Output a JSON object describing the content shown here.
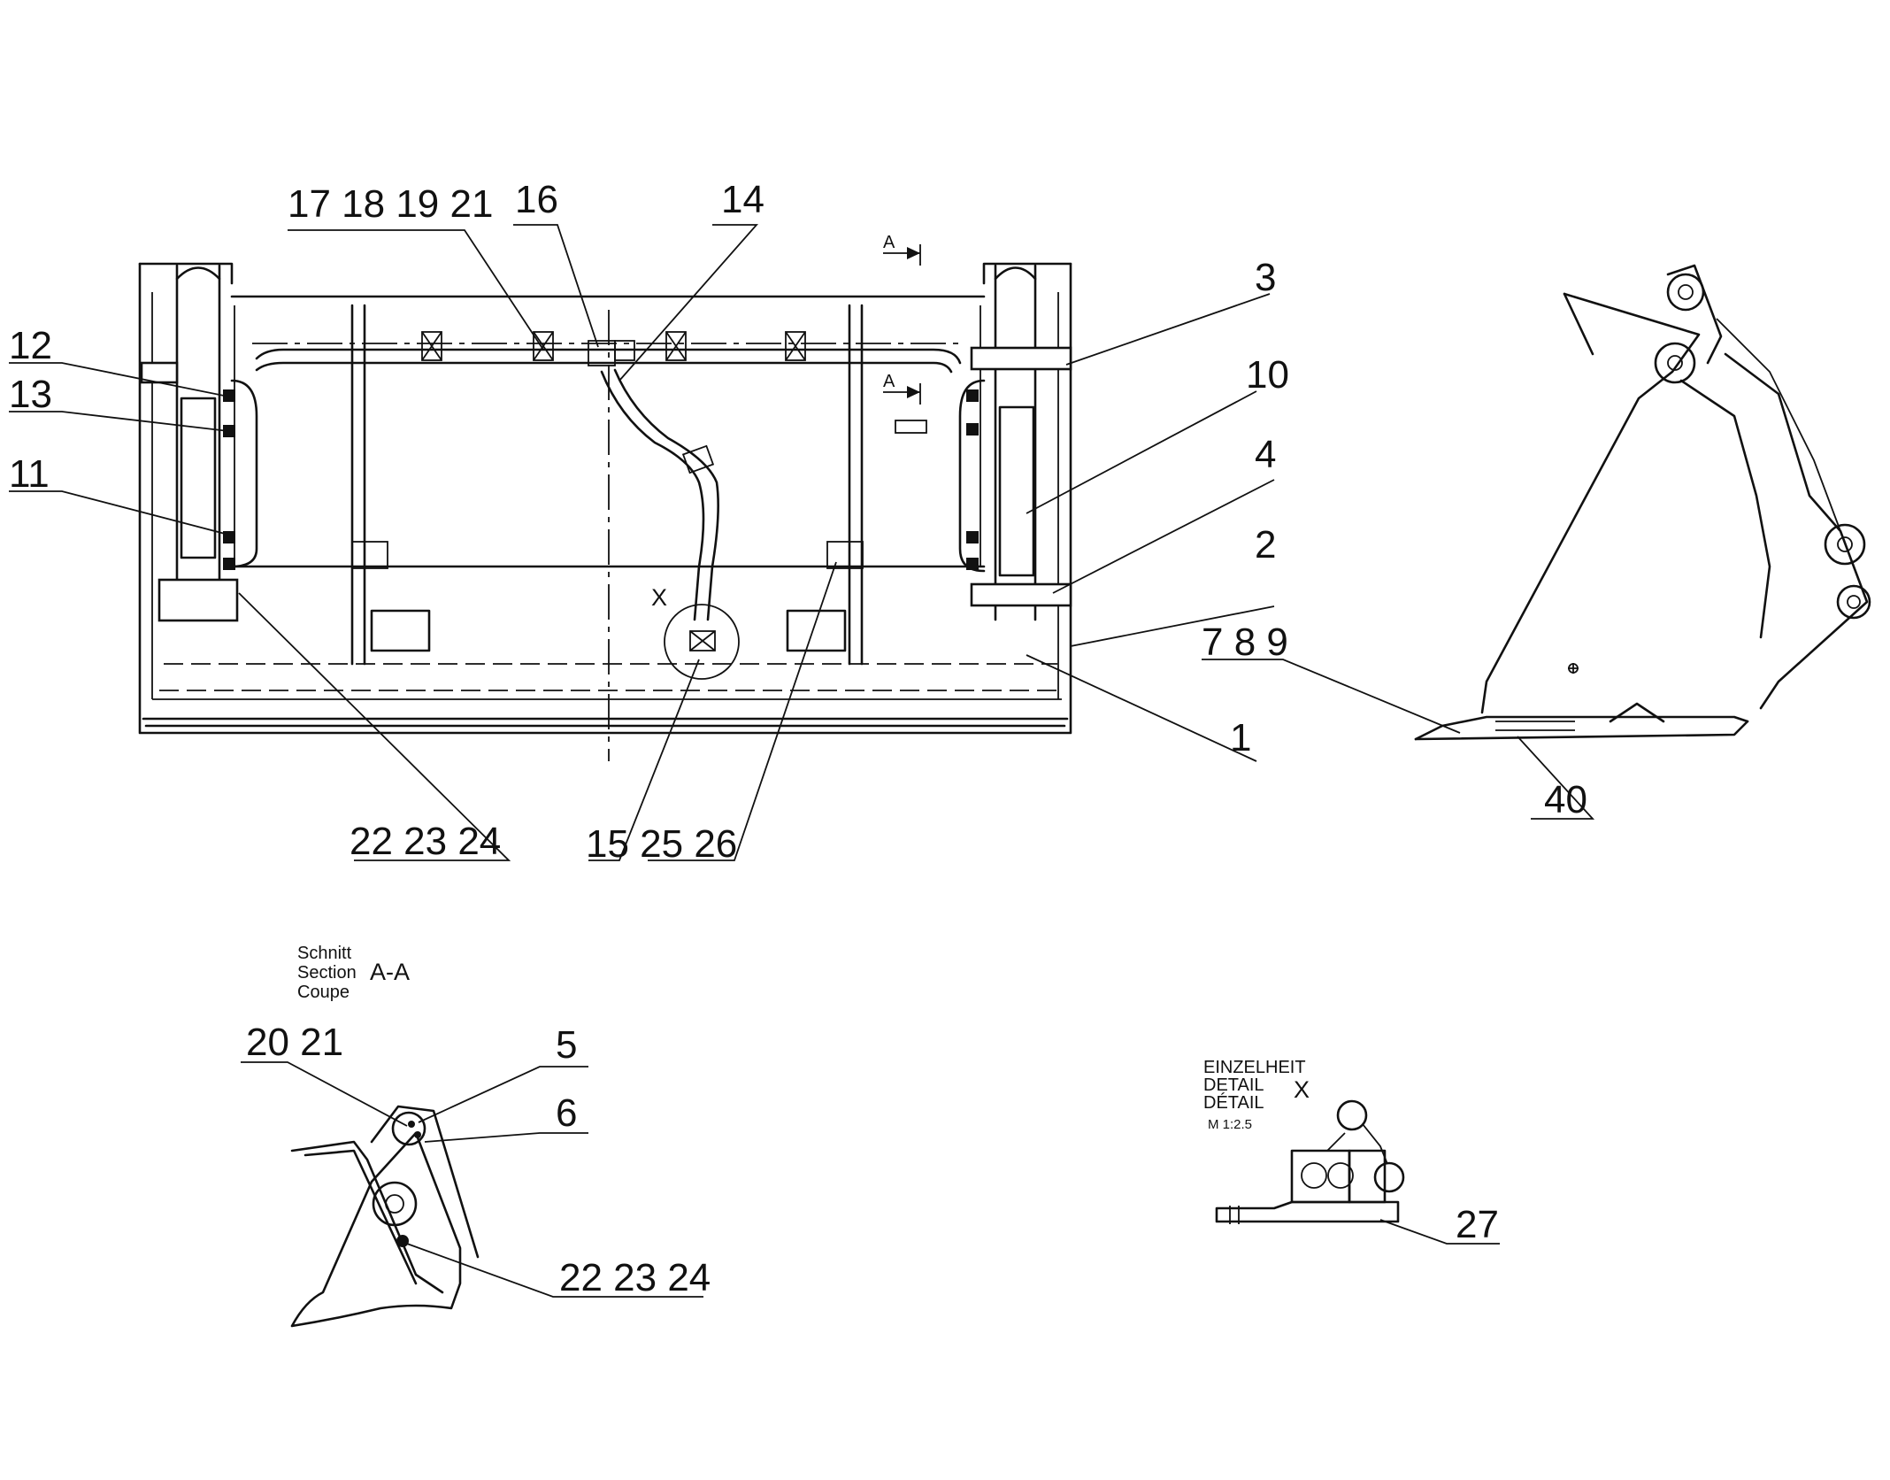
{
  "callouts": {
    "c1": "1",
    "c2": "2",
    "c3": "3",
    "c4": "4",
    "c10": "10",
    "c11": "11",
    "c12": "12",
    "c13": "13",
    "c14": "14",
    "c16": "16",
    "c17_21": "17 18 19 21",
    "c22_24_main": "22 23 24",
    "c15_26": "15 25 26",
    "c789": "7 8 9",
    "c40": "40",
    "c20_21": "20 21",
    "c5": "5",
    "c6": "6",
    "c22_24_section": "22 23 24",
    "c27": "27"
  },
  "section_markers": {
    "arrow_top": "A",
    "arrow_mid": "A",
    "detail_x": "X"
  },
  "section_view": {
    "line1": "Schnitt",
    "line2": "Section",
    "line3": "Coupe",
    "id": "A-A"
  },
  "detail_view": {
    "line1": "EINZELHEIT",
    "line2": "DETAIL",
    "line3": "DÉTAIL",
    "id": "X",
    "scale": "M 1:2.5"
  }
}
